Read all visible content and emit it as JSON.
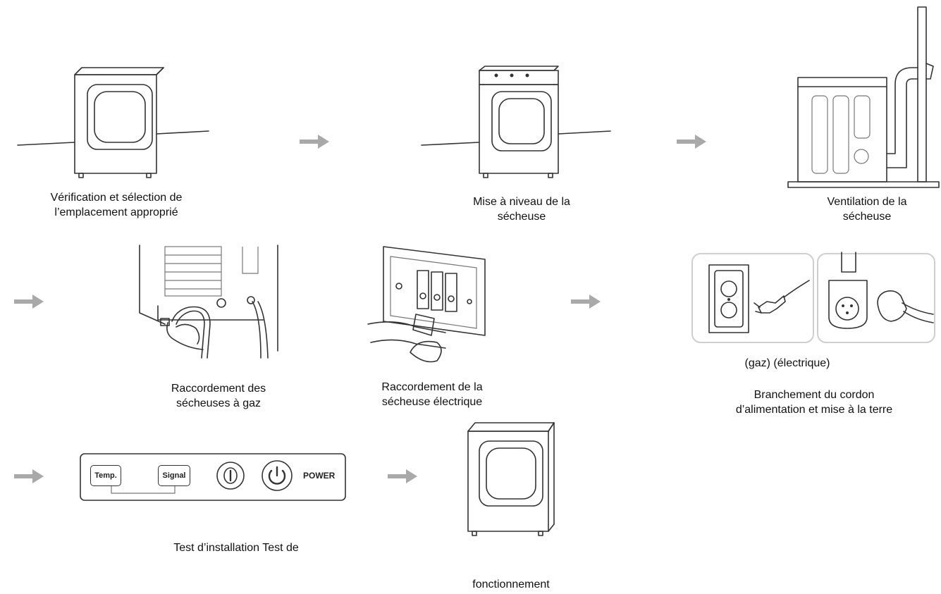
{
  "steps": {
    "step1": {
      "caption_line1": "Vérification et sélection de",
      "caption_line2": "l’emplacement approprié"
    },
    "step2": {
      "caption_line1": "Mise à niveau de la",
      "caption_line2": "sécheuse"
    },
    "step3": {
      "caption_line1": "Ventilation de la",
      "caption_line2": "sécheuse"
    },
    "step4": {
      "caption_line1": "Raccordement des",
      "caption_line2": "sécheuses à gaz"
    },
    "step5": {
      "caption_line1": "Raccordement de la",
      "caption_line2": "sécheuse électrique"
    },
    "step6": {
      "sublabel": "(gaz) (électrique)",
      "caption_line1": "Branchement du cordon",
      "caption_line2": "d’alimentation et mise à la terre"
    },
    "step7": {
      "caption": "Test d’installation Test de"
    },
    "step8": {
      "caption": "fonctionnement"
    }
  },
  "control_panel": {
    "temp_button": "Temp.",
    "signal_button": "Signal",
    "power_label": "POWER"
  },
  "colors": {
    "arrow": "#a9a9a9",
    "outline": "#333333"
  }
}
